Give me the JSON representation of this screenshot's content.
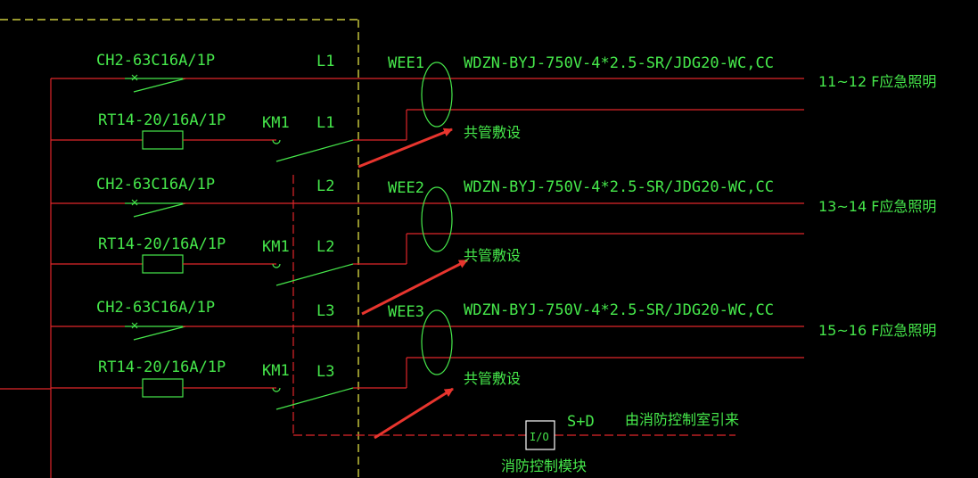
{
  "rows": [
    {
      "breaker": "CH2-63C16A/1P",
      "fuse": "RT14-20/16A/1P",
      "contactor": "KM1",
      "phase_top": "L1",
      "phase_bottom": "L1",
      "cable_id": "WEE1",
      "cable_spec": "WDZN-BYJ-750V-4*2.5-SR/JDG20-WC,CC",
      "shared_note": "共管敷设",
      "destination": "11~12 F应急照明"
    },
    {
      "breaker": "CH2-63C16A/1P",
      "fuse": "RT14-20/16A/1P",
      "contactor": "KM1",
      "phase_top": "L2",
      "phase_bottom": "L2",
      "cable_id": "WEE2",
      "cable_spec": "WDZN-BYJ-750V-4*2.5-SR/JDG20-WC,CC",
      "shared_note": "共管敷设",
      "destination": "13~14 F应急照明"
    },
    {
      "breaker": "CH2-63C16A/1P",
      "fuse": "RT14-20/16A/1P",
      "contactor": "KM1",
      "phase_top": "L3",
      "phase_bottom": "L3",
      "cable_id": "WEE3",
      "cable_spec": "WDZN-BYJ-750V-4*2.5-SR/JDG20-WC,CC",
      "shared_note": "共管敷设",
      "destination": "15~16 F应急照明"
    }
  ],
  "control": {
    "module_symbol": "I/O",
    "module_label": "消防控制模块",
    "signal": "S+D",
    "signal_source": "由消防控制室引来"
  },
  "colors": {
    "background": "#000000",
    "wire": "#e0262a",
    "symbol": "#46e84b",
    "panel_boundary": "#f2f24a",
    "arrow": "#e8352e"
  }
}
